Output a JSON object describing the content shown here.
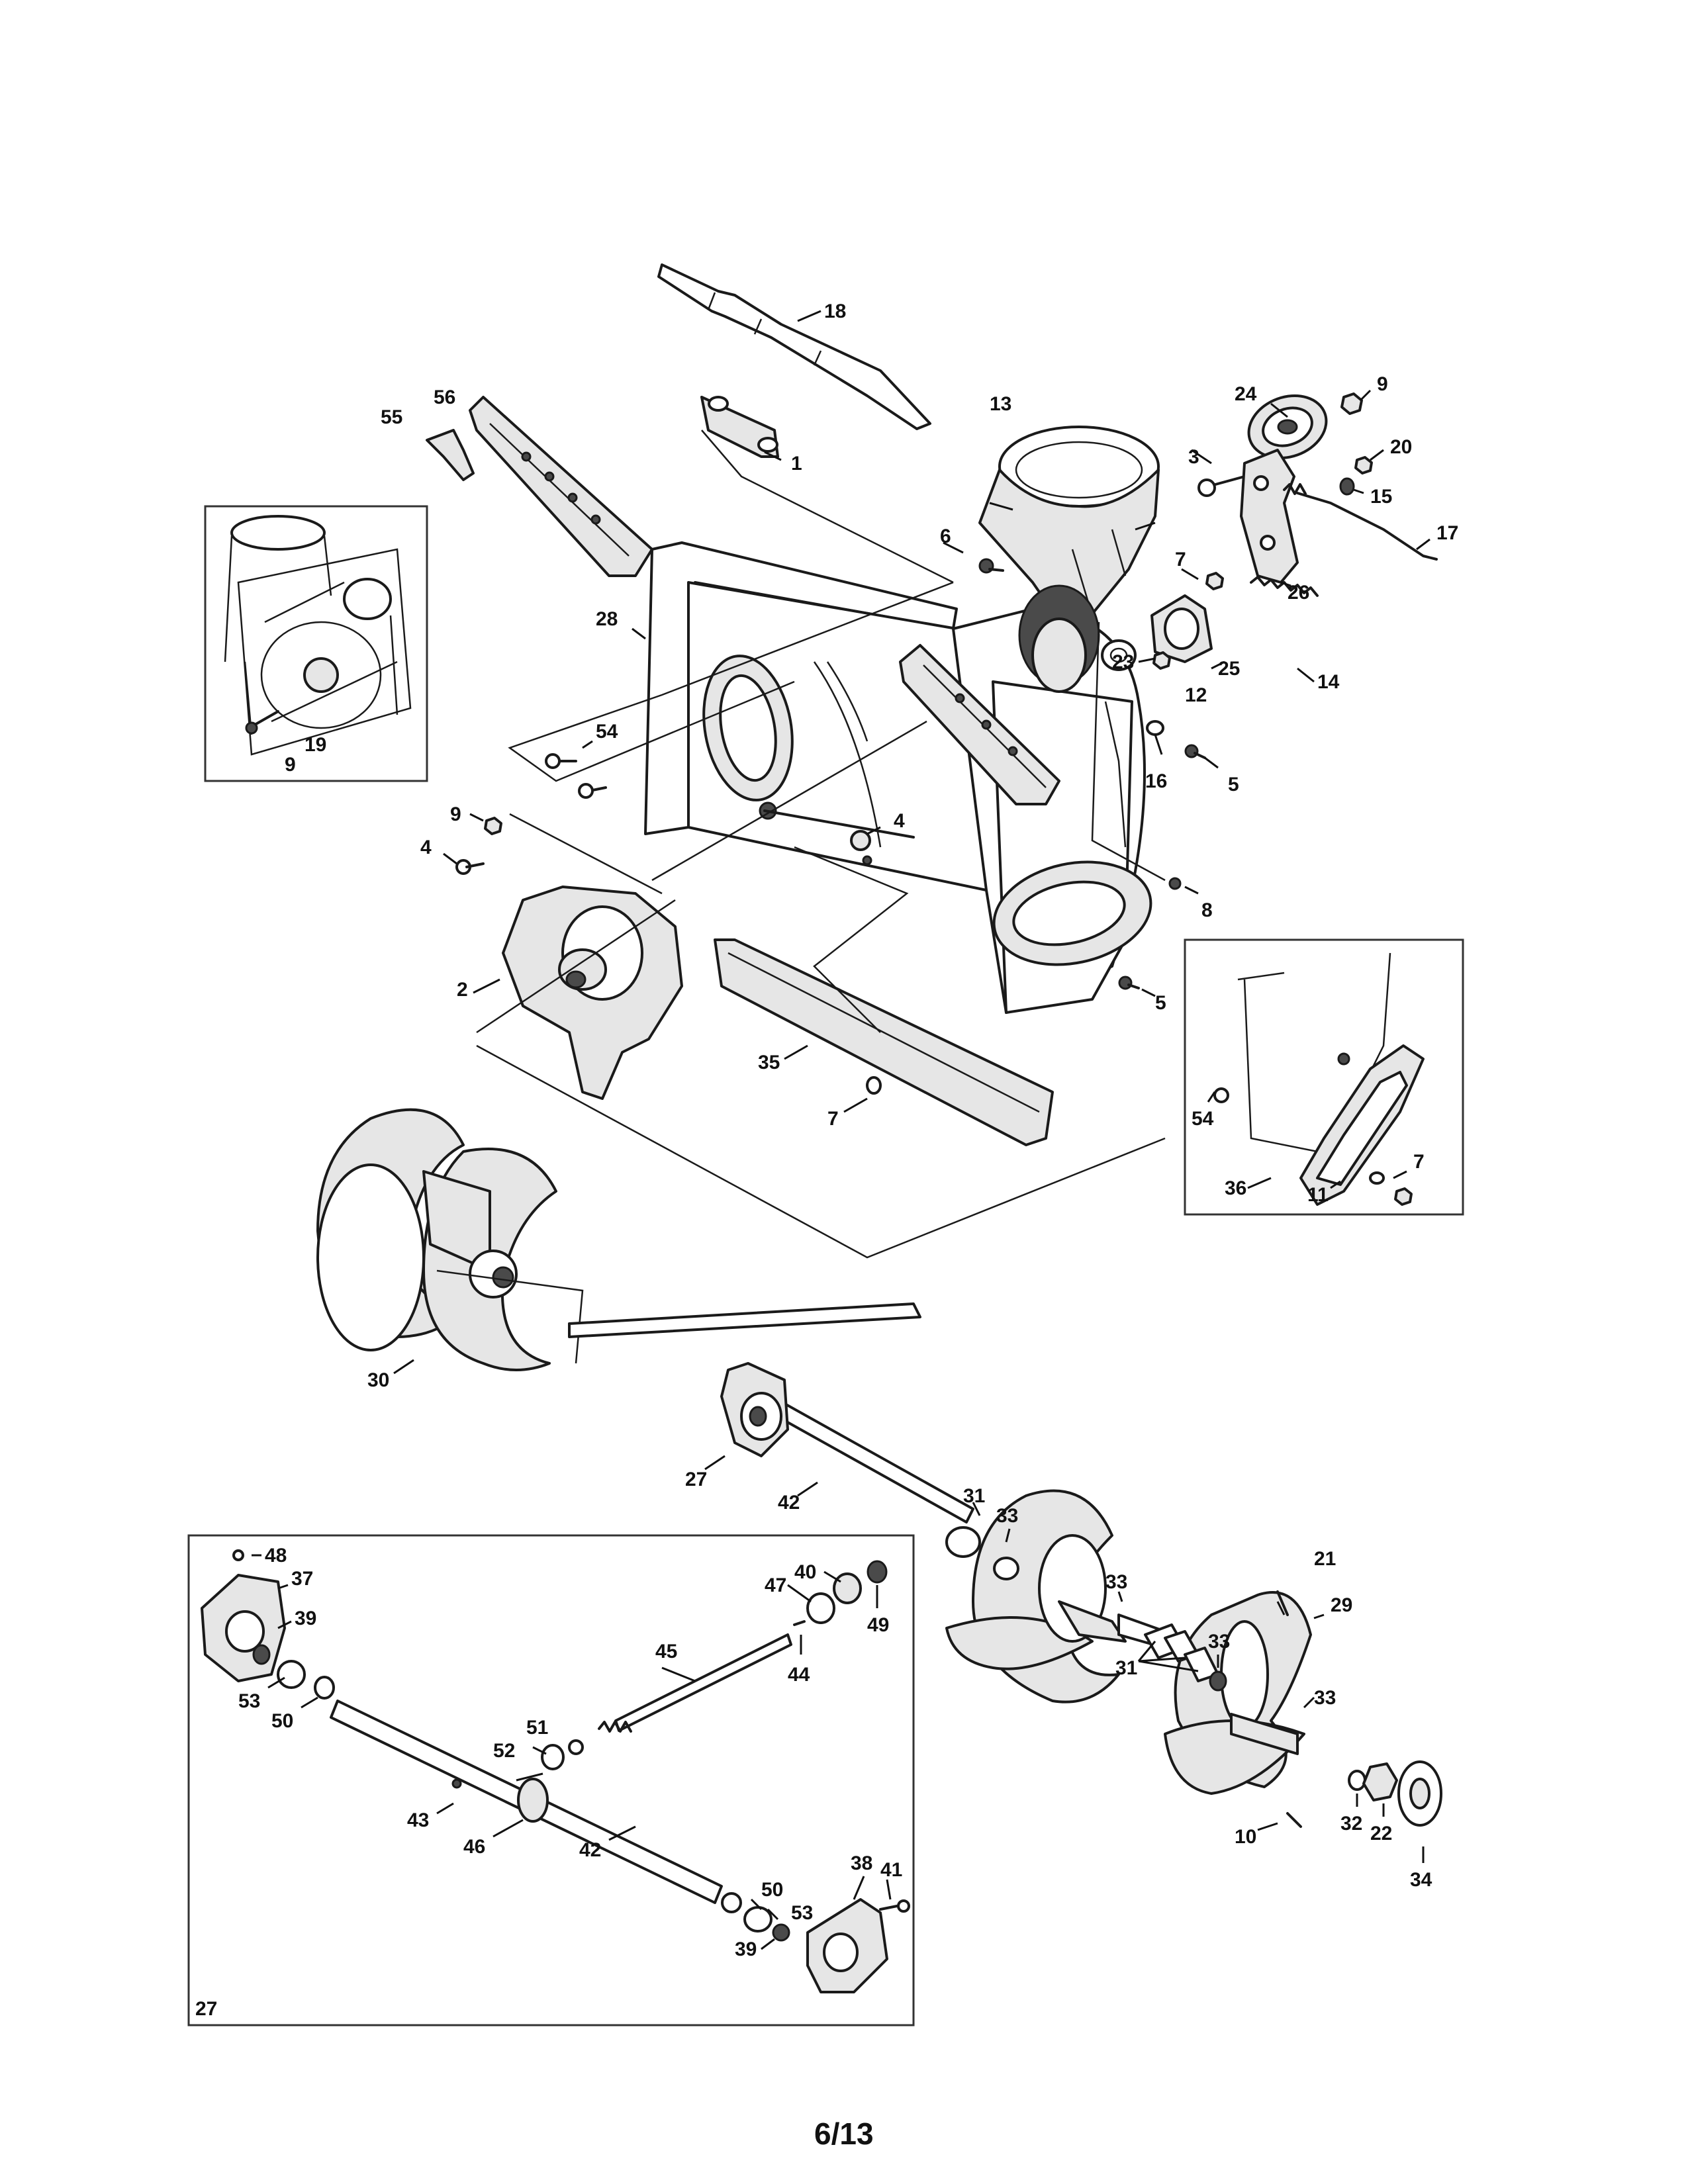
{
  "page_number": "6/13",
  "inset_label": "27",
  "callouts": {
    "c1": "1",
    "c2": "2",
    "c3": "3",
    "c4a": "4",
    "c4b": "4",
    "c5a": "5",
    "c5b": "5",
    "c6": "6",
    "c7a": "7",
    "c7b": "7",
    "c7c": "7",
    "c8": "8",
    "c9a": "9",
    "c9b": "9",
    "c9c": "9",
    "c10": "10",
    "c11": "11",
    "c12": "12",
    "c13": "13",
    "c14": "14",
    "c15": "15",
    "c16": "16",
    "c17": "17",
    "c18": "18",
    "c19": "19",
    "c20": "20",
    "c21": "21",
    "c22": "22",
    "c23": "23",
    "c24": "24",
    "c25": "25",
    "c26": "26",
    "c27": "27",
    "c28": "28",
    "c29": "29",
    "c30": "30",
    "c31a": "31",
    "c31b": "31",
    "c32": "32",
    "c33a": "33",
    "c33b": "33",
    "c33c": "33",
    "c33d": "33",
    "c34": "34",
    "c35": "35",
    "c36": "36",
    "c37": "37",
    "c38": "38",
    "c39a": "39",
    "c39b": "39",
    "c40": "40",
    "c41": "41",
    "c42a": "42",
    "c42b": "42",
    "c43": "43",
    "c44": "44",
    "c45": "45",
    "c46": "46",
    "c47": "47",
    "c48": "48",
    "c49": "49",
    "c50a": "50",
    "c50b": "50",
    "c51": "51",
    "c52": "52",
    "c53a": "53",
    "c53b": "53",
    "c54a": "54",
    "c54b": "54",
    "c55": "55",
    "c56": "56"
  }
}
